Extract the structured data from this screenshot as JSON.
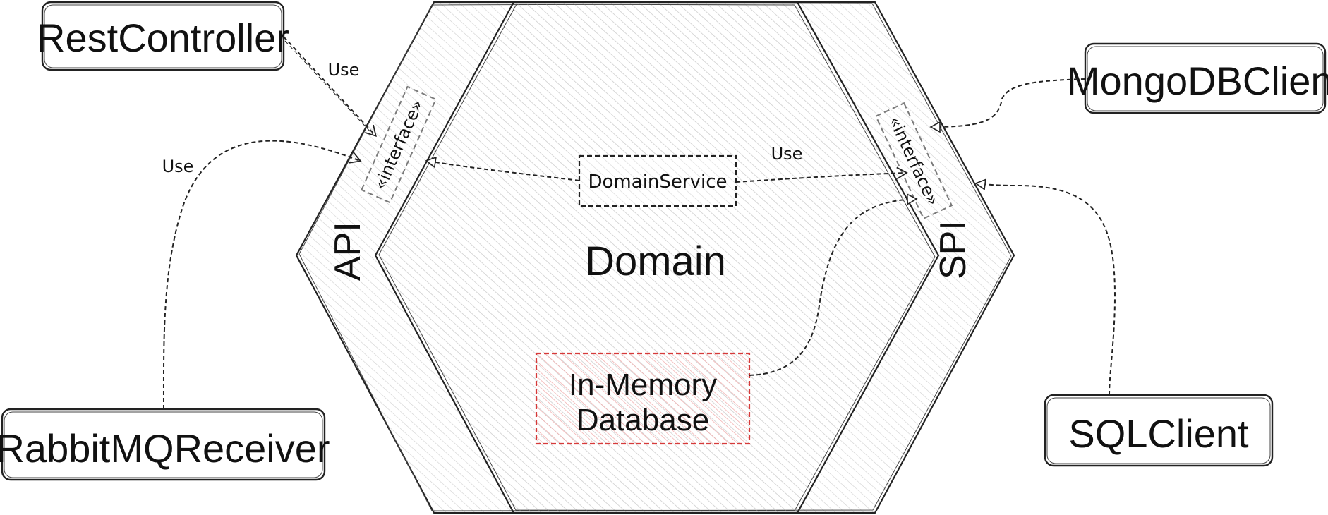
{
  "nodes": {
    "rest_controller": "RestController",
    "rabbitmq_receiver": "RabbitMQReceiver",
    "mongodb_client": "MongoDBClient",
    "sql_client": "SQLClient",
    "domain_service": "DomainService",
    "in_memory_db_line1": "In-Memory",
    "in_memory_db_line2": "Database"
  },
  "layers": {
    "api": "API",
    "spi": "SPI",
    "domain": "Domain"
  },
  "ports": {
    "api_interface": "«interface»",
    "spi_interface": "«interface»"
  },
  "edges": {
    "rest_use": "Use",
    "rabbit_use": "Use",
    "service_use": "Use"
  },
  "colors": {
    "stroke": "#222222",
    "hatch": "#cfcfcf",
    "db_stroke": "#d63a3a",
    "db_hatch": "#f0a8a8",
    "port_stroke": "#7a7a7a"
  }
}
